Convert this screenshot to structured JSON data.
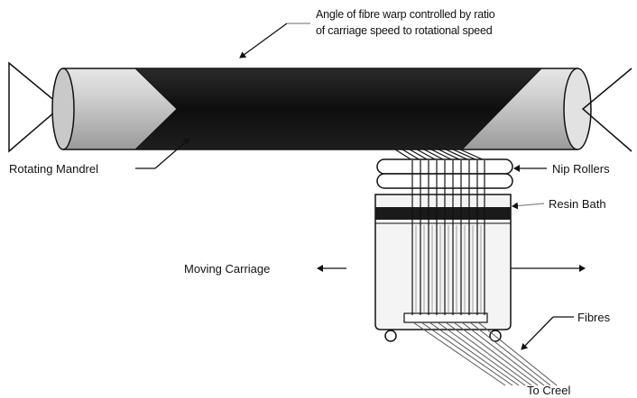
{
  "diagram": {
    "labels": {
      "angle_line1": "Angle of fibre warp controlled by ratio",
      "angle_line2": "of carriage speed to rotational speed",
      "rotating_mandrel": "Rotating Mandrel",
      "nip_rollers": "Nip Rollers",
      "resin_bath": "Resin Bath",
      "moving_carriage": "Moving Carriage",
      "fibres": "Fibres",
      "to_creel": "To Creel"
    },
    "colors": {
      "ink": "#111111",
      "mandrel_dark": "#151515",
      "mandrel_light": "#cfcfcf",
      "carriage_body": "#f4f4f4",
      "resin": "#1a1a1a"
    }
  }
}
